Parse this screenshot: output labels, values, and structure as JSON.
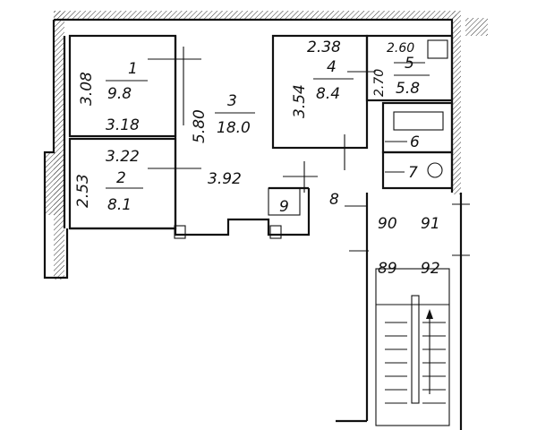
{
  "rooms": [
    {
      "num": "1",
      "area": "9.8",
      "dims": [
        "3.08",
        "3.18",
        "5.80"
      ]
    },
    {
      "num": "2",
      "area": "8.1",
      "dims": [
        "3.22",
        "2.53"
      ]
    },
    {
      "num": "3",
      "area": "18.0",
      "dims": [
        "3.92"
      ]
    },
    {
      "num": "4",
      "area": "8.4",
      "dims": [
        "2.38",
        "3.54"
      ]
    },
    {
      "num": "5",
      "area": "5.8",
      "dims": [
        "2.60",
        "2.70"
      ]
    },
    {
      "num": "6"
    },
    {
      "num": "7"
    },
    {
      "num": "8"
    },
    {
      "num": "9"
    }
  ],
  "flats": [
    "90",
    "91",
    "89",
    "92"
  ]
}
